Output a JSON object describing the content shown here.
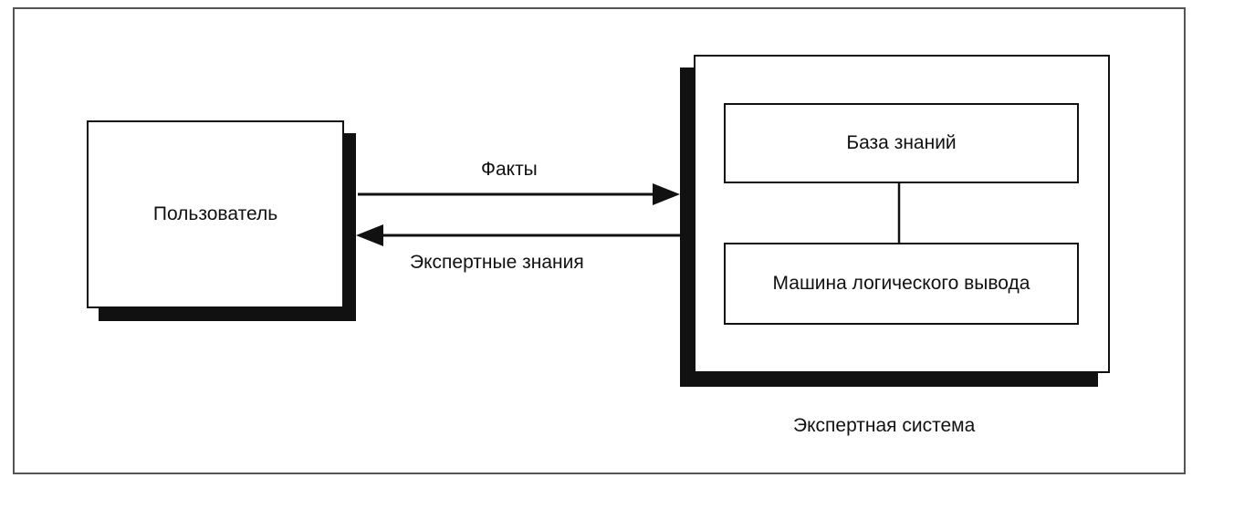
{
  "diagram": {
    "user_box": {
      "label": "Пользователь"
    },
    "arrow_to_system": {
      "label": "Факты"
    },
    "arrow_to_user": {
      "label": "Экспертные знания"
    },
    "expert_system": {
      "caption": "Экспертная система",
      "knowledge_base": {
        "label": "База знаний"
      },
      "inference_engine": {
        "label": "Машина логического вывода"
      }
    }
  }
}
